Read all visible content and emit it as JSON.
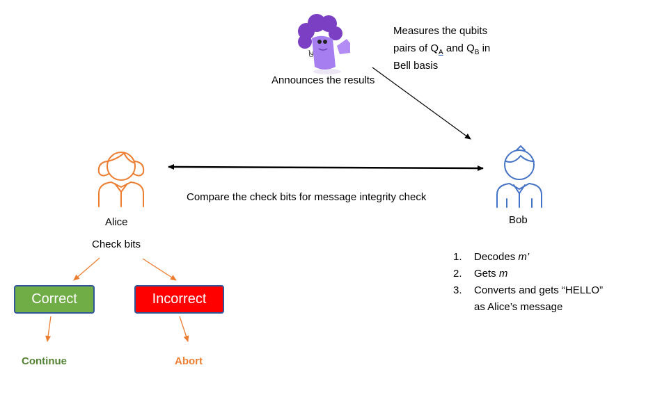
{
  "measure": {
    "line1": "Measures the qubits",
    "line2_prefix": "pairs of Q",
    "qa_sub": "A",
    "and": " and Q",
    "qb_sub": "B",
    "line2_suffix": " in",
    "line3": "Bell basis"
  },
  "announce_label": "Announces the results",
  "alice": {
    "name": "Alice",
    "action": "Check bits"
  },
  "bob": {
    "name": "Bob"
  },
  "compare_label": "Compare the check bits for message integrity check",
  "outcomes": {
    "correct_label": "Correct",
    "incorrect_label": "Incorrect",
    "continue_label": "Continue",
    "abort_label": "Abort"
  },
  "bob_steps": [
    {
      "num": "1.",
      "text": "Decodes ",
      "em": "m’",
      "rest": ""
    },
    {
      "num": "2.",
      "text": "Gets ",
      "em": "m",
      "rest": ""
    },
    {
      "num": "3.",
      "text": "Converts and gets “HELLO”",
      "em": "",
      "rest": ""
    }
  ],
  "bob_step3_cont": "as Alice’s message",
  "colors": {
    "alice": "#ed7d31",
    "bob": "#4472c4",
    "correct": "#70ad47",
    "incorrect": "#ff0000",
    "mascot": "#9b6de0"
  },
  "icons": {
    "alice": "girl-person-icon",
    "bob": "boy-person-icon",
    "mascot": "purple-mascot-icon"
  }
}
